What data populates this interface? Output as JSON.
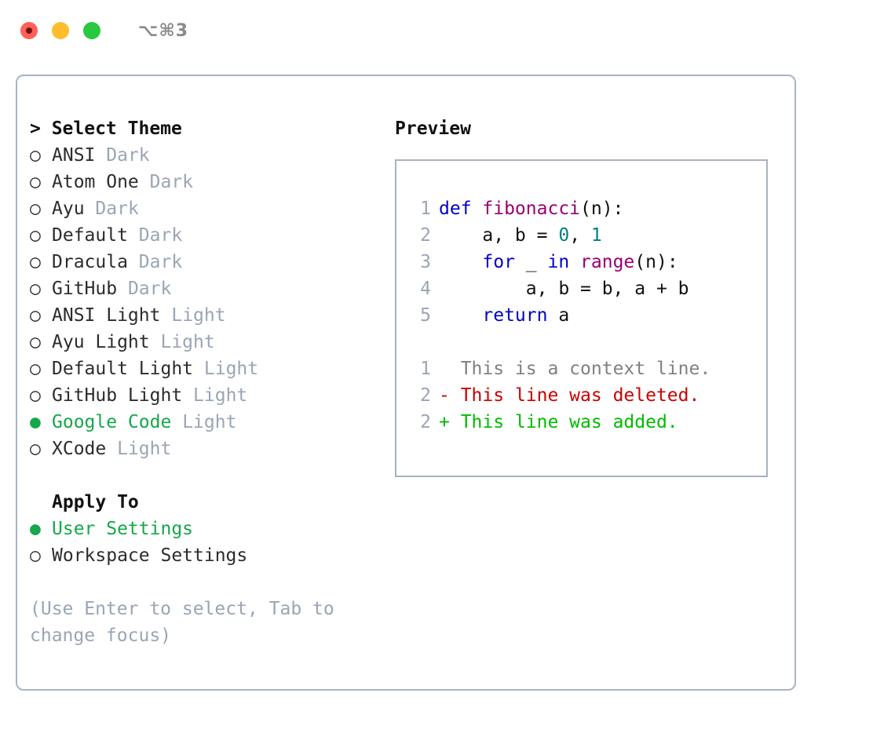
{
  "window": {
    "title": "⌥⌘3",
    "controls": [
      "close-button",
      "minimize-button",
      "maximize-button"
    ]
  },
  "colors": {
    "accent_green": "#14a84a",
    "muted": "#9aa5b4",
    "border": "#aab4c2",
    "keyword": "#0000cc",
    "function": "#990073",
    "number": "#008080",
    "diff_removed": "#cc0000",
    "diff_added": "#00bb00",
    "context": "#808080"
  },
  "theme_picker": {
    "heading": "> Select Theme",
    "selected_marker": "●",
    "unselected_marker": "○",
    "items": [
      {
        "marker": "○",
        "name": "ANSI",
        "variant": "Dark",
        "selected": false
      },
      {
        "marker": "○",
        "name": "Atom One",
        "variant": "Dark",
        "selected": false
      },
      {
        "marker": "○",
        "name": "Ayu",
        "variant": "Dark",
        "selected": false
      },
      {
        "marker": "○",
        "name": "Default",
        "variant": "Dark",
        "selected": false
      },
      {
        "marker": "○",
        "name": "Dracula",
        "variant": "Dark",
        "selected": false
      },
      {
        "marker": "○",
        "name": "GitHub",
        "variant": "Dark",
        "selected": false
      },
      {
        "marker": "○",
        "name": "ANSI Light",
        "variant": "Light",
        "selected": false
      },
      {
        "marker": "○",
        "name": "Ayu Light",
        "variant": "Light",
        "selected": false
      },
      {
        "marker": "○",
        "name": "Default Light",
        "variant": "Light",
        "selected": false
      },
      {
        "marker": "○",
        "name": "GitHub Light",
        "variant": "Light",
        "selected": false
      },
      {
        "marker": "●",
        "name": "Google Code",
        "variant": "Light",
        "selected": true
      },
      {
        "marker": "○",
        "name": "XCode",
        "variant": "Light",
        "selected": false
      }
    ]
  },
  "apply_to": {
    "heading": "Apply To",
    "items": [
      {
        "marker": "●",
        "label": "User Settings",
        "selected": true
      },
      {
        "marker": "○",
        "label": "Workspace Settings",
        "selected": false
      }
    ]
  },
  "hint": "(Use Enter to select, Tab to change focus)",
  "preview": {
    "title": "Preview",
    "code_lines": [
      {
        "number": "1",
        "tokens": [
          {
            "t": "def ",
            "c": "kw"
          },
          {
            "t": "fibonacci",
            "c": "fn"
          },
          {
            "t": "(n):",
            "c": "plain"
          }
        ]
      },
      {
        "number": "2",
        "tokens": [
          {
            "t": "    a, b = ",
            "c": "plain"
          },
          {
            "t": "0",
            "c": "num"
          },
          {
            "t": ", ",
            "c": "plain"
          },
          {
            "t": "1",
            "c": "num"
          }
        ]
      },
      {
        "number": "3",
        "tokens": [
          {
            "t": "    ",
            "c": "plain"
          },
          {
            "t": "for",
            "c": "kw"
          },
          {
            "t": " _ ",
            "c": "plain"
          },
          {
            "t": "in",
            "c": "kw"
          },
          {
            "t": " ",
            "c": "plain"
          },
          {
            "t": "range",
            "c": "fn"
          },
          {
            "t": "(n):",
            "c": "plain"
          }
        ]
      },
      {
        "number": "4",
        "tokens": [
          {
            "t": "        a, b = b, a + b",
            "c": "plain"
          }
        ]
      },
      {
        "number": "5",
        "tokens": [
          {
            "t": "    ",
            "c": "plain"
          },
          {
            "t": "return",
            "c": "kw"
          },
          {
            "t": " a",
            "c": "plain"
          }
        ]
      }
    ],
    "diff_lines": [
      {
        "number": "1",
        "prefix": "  ",
        "text": "This is a context line.",
        "kind": "ctx"
      },
      {
        "number": "2",
        "prefix": "- ",
        "text": "This line was deleted.",
        "kind": "del"
      },
      {
        "number": "2",
        "prefix": "+ ",
        "text": "This line was added.",
        "kind": "add"
      }
    ]
  }
}
